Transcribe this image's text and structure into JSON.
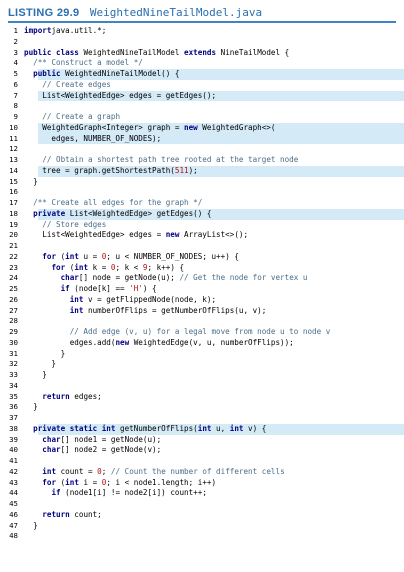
{
  "header": {
    "label": "LISTING 29.9",
    "filename": "WeightedNineTailModel.java"
  },
  "lines": [
    {
      "n": "1",
      "hl": false,
      "parts": [
        [
          "kw",
          "import"
        ],
        [
          "",
          "java.util.*;"
        ]
      ]
    },
    {
      "n": "2",
      "hl": false,
      "parts": []
    },
    {
      "n": "3",
      "hl": false,
      "parts": [
        [
          "kw",
          "public class"
        ],
        [
          "",
          " WeightedNineTailModel "
        ],
        [
          "kw",
          "extends"
        ],
        [
          "",
          " NineTailModel {"
        ]
      ]
    },
    {
      "n": "4",
      "hl": false,
      "parts": [
        [
          "",
          "  "
        ],
        [
          "cm",
          "/** Construct a model */"
        ]
      ]
    },
    {
      "n": "5",
      "hl": true,
      "parts": [
        [
          "",
          "  "
        ],
        [
          "kw",
          "public"
        ],
        [
          "",
          " WeightedNineTailModel() {"
        ]
      ]
    },
    {
      "n": "6",
      "hl": false,
      "parts": [
        [
          "",
          "    "
        ],
        [
          "cm",
          "// Create edges"
        ]
      ]
    },
    {
      "n": "7",
      "hl": true,
      "parts": [
        [
          "",
          "    List<WeightedEdge> edges = getEdges();"
        ]
      ]
    },
    {
      "n": "8",
      "hl": false,
      "parts": []
    },
    {
      "n": "9",
      "hl": false,
      "parts": [
        [
          "",
          "    "
        ],
        [
          "cm",
          "// Create a graph"
        ]
      ]
    },
    {
      "n": "10",
      "hl": true,
      "parts": [
        [
          "",
          "    WeightedGraph<Integer> graph = "
        ],
        [
          "kw",
          "new"
        ],
        [
          "",
          " WeightedGraph<>("
        ]
      ]
    },
    {
      "n": "11",
      "hl": true,
      "parts": [
        [
          "",
          "      edges, NUMBER_OF_NODES);"
        ]
      ]
    },
    {
      "n": "12",
      "hl": false,
      "parts": []
    },
    {
      "n": "13",
      "hl": false,
      "parts": [
        [
          "",
          "    "
        ],
        [
          "cm",
          "// Obtain a shortest path tree rooted at the target node"
        ]
      ]
    },
    {
      "n": "14",
      "hl": true,
      "parts": [
        [
          "",
          "    tree = graph.getShortestPath("
        ],
        [
          "nm",
          "511"
        ],
        [
          "",
          ");"
        ]
      ]
    },
    {
      "n": "15",
      "hl": false,
      "parts": [
        [
          "",
          "  }"
        ]
      ]
    },
    {
      "n": "16",
      "hl": false,
      "parts": []
    },
    {
      "n": "17",
      "hl": false,
      "parts": [
        [
          "",
          "  "
        ],
        [
          "cm",
          "/** Create all edges for the graph */"
        ]
      ]
    },
    {
      "n": "18",
      "hl": true,
      "parts": [
        [
          "",
          "  "
        ],
        [
          "kw",
          "private"
        ],
        [
          "",
          " List<WeightedEdge> getEdges() {"
        ]
      ]
    },
    {
      "n": "19",
      "hl": false,
      "parts": [
        [
          "",
          "    "
        ],
        [
          "cm",
          "// Store edges"
        ]
      ]
    },
    {
      "n": "20",
      "hl": false,
      "parts": [
        [
          "",
          "    List<WeightedEdge> edges = "
        ],
        [
          "kw",
          "new"
        ],
        [
          "",
          " ArrayList<>();"
        ]
      ]
    },
    {
      "n": "21",
      "hl": false,
      "parts": []
    },
    {
      "n": "22",
      "hl": false,
      "parts": [
        [
          "",
          "    "
        ],
        [
          "kw",
          "for"
        ],
        [
          "",
          " ("
        ],
        [
          "kw",
          "int"
        ],
        [
          "",
          " u = "
        ],
        [
          "nm",
          "0"
        ],
        [
          "",
          "; u < NUMBER_OF_NODES; u++) {"
        ]
      ]
    },
    {
      "n": "23",
      "hl": false,
      "parts": [
        [
          "",
          "      "
        ],
        [
          "kw",
          "for"
        ],
        [
          "",
          " ("
        ],
        [
          "kw",
          "int"
        ],
        [
          "",
          " k = "
        ],
        [
          "nm",
          "0"
        ],
        [
          "",
          "; k < "
        ],
        [
          "nm",
          "9"
        ],
        [
          "",
          "; k++) {"
        ]
      ]
    },
    {
      "n": "24",
      "hl": false,
      "parts": [
        [
          "",
          "        "
        ],
        [
          "kw",
          "char"
        ],
        [
          "",
          "[] node = getNode(u); "
        ],
        [
          "cm",
          "// Get the node for vertex u"
        ]
      ]
    },
    {
      "n": "25",
      "hl": false,
      "parts": [
        [
          "",
          "        "
        ],
        [
          "kw",
          "if"
        ],
        [
          "",
          " (node[k] == "
        ],
        [
          "str",
          "'H'"
        ],
        [
          "",
          ") {"
        ]
      ]
    },
    {
      "n": "26",
      "hl": false,
      "parts": [
        [
          "",
          "          "
        ],
        [
          "kw",
          "int"
        ],
        [
          "",
          " v = getFlippedNode(node, k);"
        ]
      ]
    },
    {
      "n": "27",
      "hl": false,
      "parts": [
        [
          "",
          "          "
        ],
        [
          "kw",
          "int"
        ],
        [
          "",
          " numberOfFlips = getNumberOfFlips(u, v);"
        ]
      ]
    },
    {
      "n": "28",
      "hl": false,
      "parts": []
    },
    {
      "n": "29",
      "hl": false,
      "parts": [
        [
          "",
          "          "
        ],
        [
          "cm",
          "// Add edge (v, u) for a legal move from node u to node v"
        ]
      ]
    },
    {
      "n": "30",
      "hl": false,
      "parts": [
        [
          "",
          "          edges.add("
        ],
        [
          "kw",
          "new"
        ],
        [
          "",
          " WeightedEdge(v, u, numberOfFlips));"
        ]
      ]
    },
    {
      "n": "31",
      "hl": false,
      "parts": [
        [
          "",
          "        }"
        ]
      ]
    },
    {
      "n": "32",
      "hl": false,
      "parts": [
        [
          "",
          "      }"
        ]
      ]
    },
    {
      "n": "33",
      "hl": false,
      "parts": [
        [
          "",
          "    }"
        ]
      ]
    },
    {
      "n": "34",
      "hl": false,
      "parts": []
    },
    {
      "n": "35",
      "hl": false,
      "parts": [
        [
          "",
          "    "
        ],
        [
          "kw",
          "return"
        ],
        [
          "",
          " edges;"
        ]
      ]
    },
    {
      "n": "36",
      "hl": false,
      "parts": [
        [
          "",
          "  }"
        ]
      ]
    },
    {
      "n": "37",
      "hl": false,
      "parts": []
    },
    {
      "n": "38",
      "hl": true,
      "parts": [
        [
          "",
          "  "
        ],
        [
          "kw",
          "private static int"
        ],
        [
          "",
          " getNumberOfFlips("
        ],
        [
          "kw",
          "int"
        ],
        [
          "",
          " u, "
        ],
        [
          "kw",
          "int"
        ],
        [
          "",
          " v) {"
        ]
      ]
    },
    {
      "n": "39",
      "hl": false,
      "parts": [
        [
          "",
          "    "
        ],
        [
          "kw",
          "char"
        ],
        [
          "",
          "[] node1 = getNode(u);"
        ]
      ]
    },
    {
      "n": "40",
      "hl": false,
      "parts": [
        [
          "",
          "    "
        ],
        [
          "kw",
          "char"
        ],
        [
          "",
          "[] node2 = getNode(v);"
        ]
      ]
    },
    {
      "n": "41",
      "hl": false,
      "parts": []
    },
    {
      "n": "42",
      "hl": false,
      "parts": [
        [
          "",
          "    "
        ],
        [
          "kw",
          "int"
        ],
        [
          "",
          " count = "
        ],
        [
          "nm",
          "0"
        ],
        [
          "",
          "; "
        ],
        [
          "cm",
          "// Count the number of different cells"
        ]
      ]
    },
    {
      "n": "43",
      "hl": false,
      "parts": [
        [
          "",
          "    "
        ],
        [
          "kw",
          "for"
        ],
        [
          "",
          " ("
        ],
        [
          "kw",
          "int"
        ],
        [
          "",
          " i = "
        ],
        [
          "nm",
          "0"
        ],
        [
          "",
          "; i < node1.length; i++)"
        ]
      ]
    },
    {
      "n": "44",
      "hl": false,
      "parts": [
        [
          "",
          "      "
        ],
        [
          "kw",
          "if"
        ],
        [
          "",
          " (node1[i] != node2[i]) count++;"
        ]
      ]
    },
    {
      "n": "45",
      "hl": false,
      "parts": []
    },
    {
      "n": "46",
      "hl": false,
      "parts": [
        [
          "",
          "    "
        ],
        [
          "kw",
          "return"
        ],
        [
          "",
          " count;"
        ]
      ]
    },
    {
      "n": "47",
      "hl": false,
      "parts": [
        [
          "",
          "  }"
        ]
      ]
    },
    {
      "n": "48",
      "hl": false,
      "parts": []
    }
  ]
}
